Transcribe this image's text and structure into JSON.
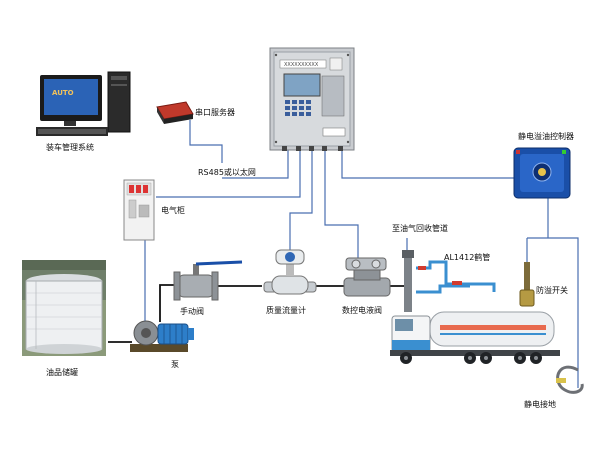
{
  "labels": {
    "loading_system": "装车管理系统",
    "serial_server": "串口服务器",
    "rs485": "RS485或以太网",
    "electric_cabinet": "电气柜",
    "antistatic_controller": "静电溢油控制器",
    "to_vapor_recovery": "至油气回收管道",
    "crane_pipe": "AL1412鹤管",
    "overflow_switch": "防溢开关",
    "manual_valve": "手动阀",
    "mass_flowmeter": "质量流量计",
    "digital_valve": "数控电液阀",
    "oil_tank": "油品储罐",
    "pump": "泵",
    "static_ground": "静电接地"
  },
  "controller_panel": {
    "header_text": "XXXXXXXXXX"
  },
  "colors": {
    "signal_line": "#4a6fb0",
    "pipe_line": "#111111",
    "controller_blue": "#1a4fa8",
    "panel_gray": "#c9ccd0",
    "vapor_pipe": "#3a8fd0"
  }
}
